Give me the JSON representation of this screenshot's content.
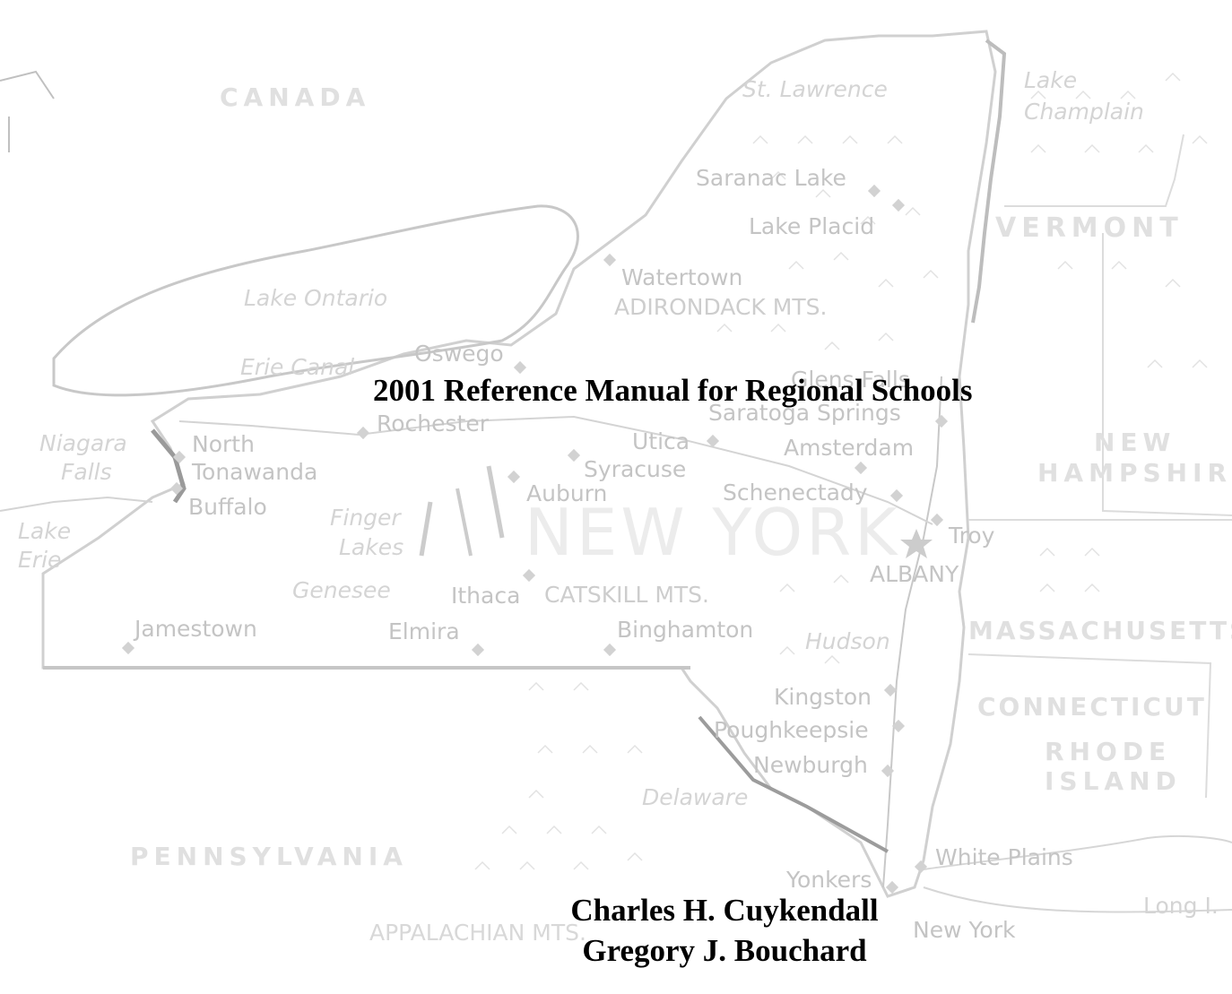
{
  "document": {
    "title": "2001 Reference Manual for Regional Schools",
    "authors": [
      "Charles H. Cuykendall",
      "Gregory J. Bouchard"
    ]
  },
  "map": {
    "regions": [
      "CANADA",
      "VERMONT",
      "NEW",
      "HAMPSHIRE",
      "MASSACHUSETTS",
      "CONNECTICUT",
      "RHODE",
      "ISLAND",
      "PENNSYLVANIA",
      "NEW YORK"
    ],
    "water": [
      "St. Lawrence",
      "Lake",
      "Champlain",
      "Lake Ontario",
      "Erie Canal",
      "Niagara",
      "Falls",
      "Lake",
      "Erie",
      "Finger",
      "Lakes",
      "Genesee",
      "Hudson",
      "Delaware"
    ],
    "ranges": [
      "ADIRONDACK MTS.",
      "CATSKILL MTS.",
      "APPALACHIAN MTS."
    ],
    "cities": [
      "Saranac Lake",
      "Lake Placid",
      "Watertown",
      "Oswego",
      "Glens Falls",
      "Saratoga Springs",
      "Rochester",
      "North",
      "Tonawanda",
      "Buffalo",
      "Utica",
      "Syracuse",
      "Auburn",
      "Amsterdam",
      "Schenectady",
      "Troy",
      "ALBANY",
      "Ithaca",
      "Jamestown",
      "Elmira",
      "Binghamton",
      "Kingston",
      "Poughkeepsie",
      "Newburgh",
      "White Plains",
      "Yonkers",
      "New York",
      "Long I."
    ]
  },
  "colors": {
    "map_ink": "#cfcfcf",
    "text": "#000000",
    "background": "#ffffff"
  }
}
